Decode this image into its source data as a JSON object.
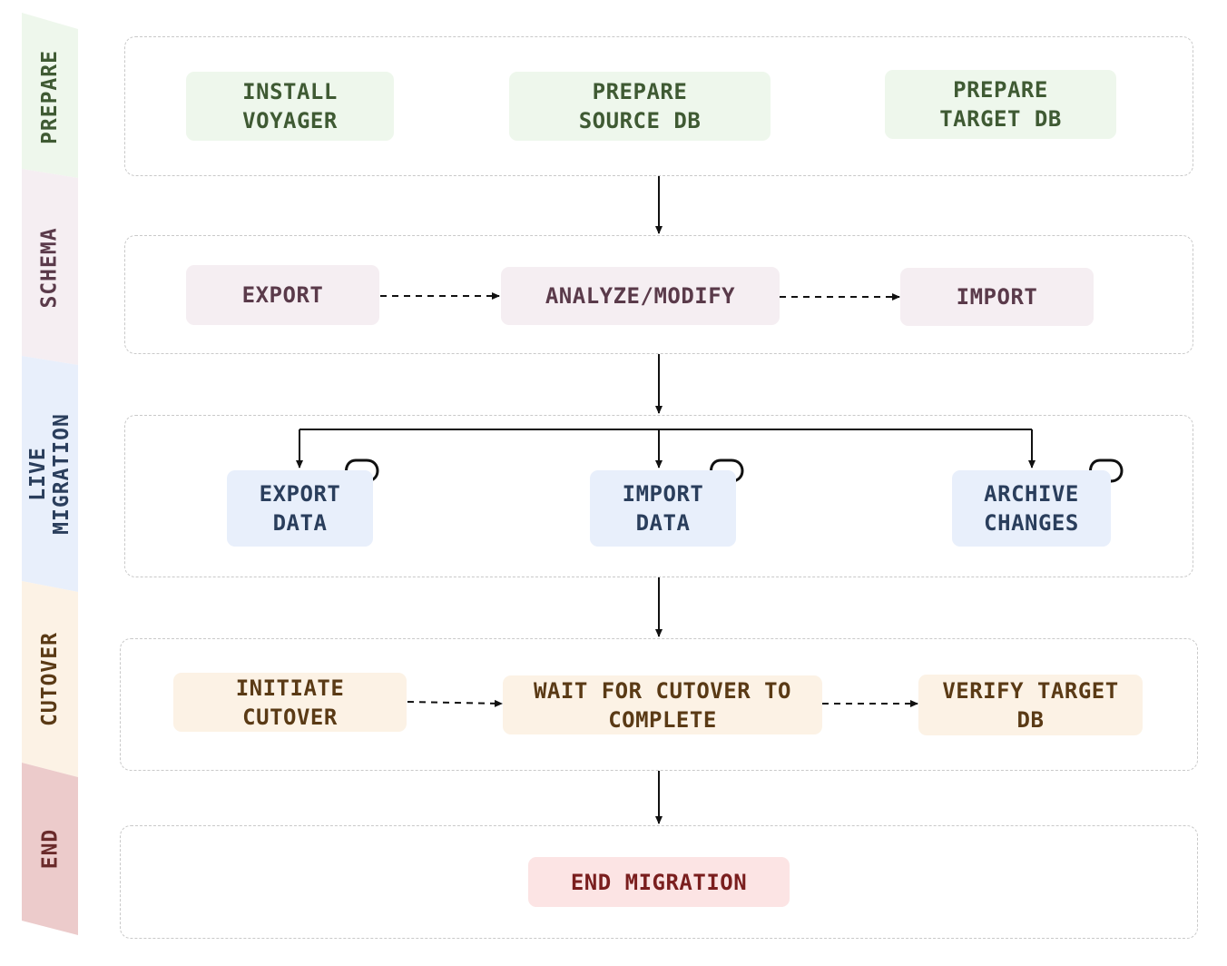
{
  "lanes": {
    "prepare": {
      "label": "PREPARE",
      "color": "#eef7ec",
      "text_color": "#3f5a33"
    },
    "schema": {
      "label": "SCHEMA",
      "color": "#f5eef2",
      "text_color": "#5a3a4a"
    },
    "live": {
      "label": "LIVE\nMIGRATION",
      "color": "#e8effb",
      "text_color": "#2a3e5c"
    },
    "cutover": {
      "label": "CUTOVER",
      "color": "#fcf2e5",
      "text_color": "#5a3a15"
    },
    "end": {
      "label": "END",
      "color": "#eccbcb",
      "text_color": "#6a2a2a"
    }
  },
  "nodes": {
    "install_voyager": "INSTALL\nVOYAGER",
    "prepare_source_db": "PREPARE\nSOURCE DB",
    "prepare_target_db": "PREPARE\nTARGET DB",
    "export": "EXPORT",
    "analyze_modify": "ANALYZE/MODIFY",
    "import": "IMPORT",
    "export_data": "EXPORT\nDATA",
    "import_data": "IMPORT\nDATA",
    "archive_changes": "ARCHIVE\nCHANGES",
    "initiate_cutover": "INITIATE\nCUTOVER",
    "wait_for_cutover": "WAIT FOR CUTOVER TO\nCOMPLETE",
    "verify_target_db": "VERIFY TARGET\nDB",
    "end_migration": "END MIGRATION"
  },
  "edges": [
    {
      "from": "prepare",
      "to": "schema",
      "style": "solid"
    },
    {
      "from": "export",
      "to": "analyze_modify",
      "style": "dashed"
    },
    {
      "from": "analyze_modify",
      "to": "import",
      "style": "dashed"
    },
    {
      "from": "schema",
      "to": "live",
      "style": "solid"
    },
    {
      "from": "live",
      "to": "export_data",
      "style": "solid"
    },
    {
      "from": "live",
      "to": "import_data",
      "style": "solid"
    },
    {
      "from": "live",
      "to": "archive_changes",
      "style": "solid"
    },
    {
      "from": "export_data",
      "to": "export_data",
      "style": "loop"
    },
    {
      "from": "import_data",
      "to": "import_data",
      "style": "loop"
    },
    {
      "from": "archive_changes",
      "to": "archive_changes",
      "style": "loop"
    },
    {
      "from": "live",
      "to": "cutover",
      "style": "solid"
    },
    {
      "from": "initiate_cutover",
      "to": "wait_for_cutover",
      "style": "dashed"
    },
    {
      "from": "wait_for_cutover",
      "to": "verify_target_db",
      "style": "dashed"
    },
    {
      "from": "cutover",
      "to": "end",
      "style": "solid"
    }
  ]
}
